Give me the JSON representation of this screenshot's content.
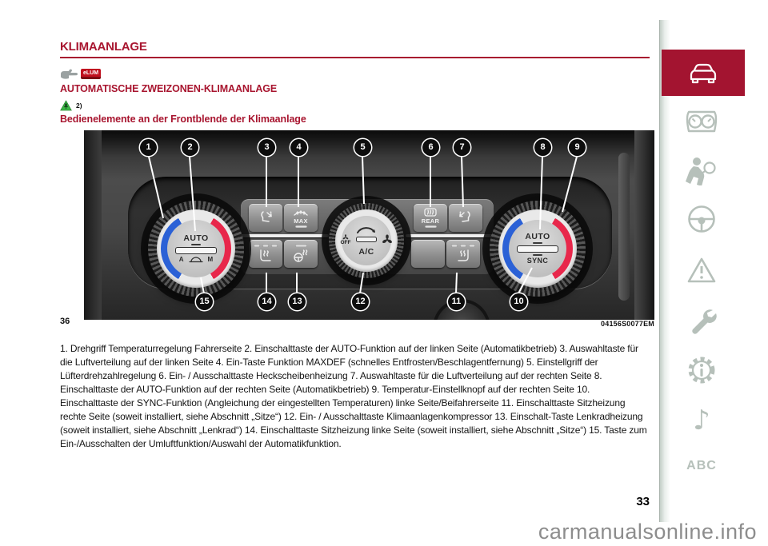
{
  "page": {
    "title": "KLIMAANLAGE",
    "section_heading": "AUTOMATISCHE ZWEIZONEN-KLIMAANLAGE",
    "footnote_ref": "2)",
    "subsection_heading": "Bedienelemente an der Frontblende der Klimaanlage",
    "elum_label": "eLUM",
    "page_number": "33",
    "watermark": "carmanualsonline.info",
    "accent_color": "#a8152f",
    "sidebar_icon_color": "#b6c0ba"
  },
  "figure": {
    "number": "36",
    "code": "04156S0077EM",
    "callouts": {
      "c1": "1",
      "c2": "2",
      "c3": "3",
      "c4": "4",
      "c5": "5",
      "c6": "6",
      "c7": "7",
      "c8": "8",
      "c9": "9",
      "c10": "10",
      "c11": "11",
      "c12": "12",
      "c13": "13",
      "c14": "14",
      "c15": "15"
    },
    "panel": {
      "left_knob": {
        "auto": "AUTO",
        "a": "A",
        "m": "M"
      },
      "center_knob": {
        "off": "OFF",
        "ac": "A/C"
      },
      "right_knob": {
        "auto": "AUTO",
        "sync": "SYNC"
      },
      "max_button": "MAX",
      "rear_button": "REAR"
    }
  },
  "body_text": "1. Drehgriff Temperaturregelung Fahrerseite 2. Einschalttaste der AUTO-Funktion auf der linken Seite (Automatikbetrieb) 3. Auswahltaste für die Luftverteilung auf der linken Seite 4. Ein-Taste Funktion MAXDEF (schnelles Entfrosten/Beschlagentfernung) 5. Einstellgriff der Lüfterdrehzahlregelung 6. Ein- / Ausschalttaste Heckscheibenheizung 7. Auswahltaste für die Luftverteilung auf der rechten Seite 8. Einschalttaste der AUTO-Funktion auf der rechten Seite (Automatikbetrieb) 9. Temperatur-Einstellknopf auf der rechten Seite 10. Einschalttaste der SYNC-Funktion (Angleichung der eingestellten Temperaturen) linke Seite/Beifahrerseite 11. Einschalttaste Sitzheizung rechte Seite (soweit installiert, siehe Abschnitt „Sitze“) 12. Ein- / Ausschalttaste Klimaanlagenkompressor 13. Einschalt-Taste Lenkradheizung (soweit installiert, siehe Abschnitt „Lenkrad“) 14. Einschalttaste Sitzheizung linke Seite (soweit installiert, siehe Abschnitt „Sitze“) 15. Taste zum Ein-/Ausschalten der Umluftfunktion/Auswahl der Automatikfunktion.",
  "sidebar": {
    "abc_label": "ABC"
  }
}
